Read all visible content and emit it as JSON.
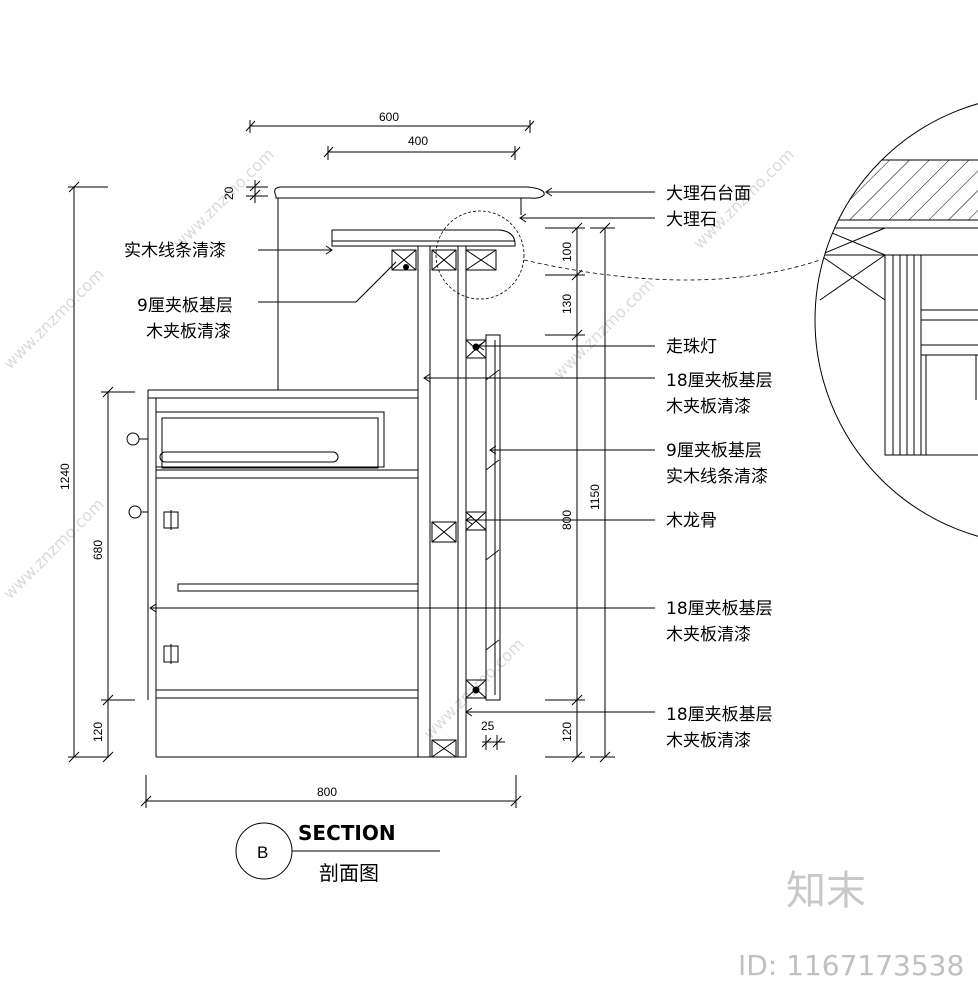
{
  "dimensions": {
    "top_600": "600",
    "top_400": "400",
    "left_20": "20",
    "left_1240": "1240",
    "left_680": "680",
    "left_120": "120",
    "right_100": "100",
    "right_130": "130",
    "right_800": "800",
    "right_1150": "1150",
    "right_120": "120",
    "bottom_800": "800",
    "gap_25": "25"
  },
  "callouts": {
    "marble_top": "大理石台面",
    "marble": "大理石",
    "solid_wood_strip_left": "实木线条清漆",
    "ply9_left_1": "9厘夹板基层",
    "ply9_left_2": "木夹板清漆",
    "bead_light": "走珠灯",
    "ply18_a_1": "18厘夹板基层",
    "ply18_a_2": "木夹板清漆",
    "ply9_right_1": "9厘夹板基层",
    "ply9_right_2": "实木线条清漆",
    "wood_keel": "木龙骨",
    "ply18_b_1": "18厘夹板基层",
    "ply18_b_2": "木夹板清漆",
    "ply18_c_1": "18厘夹板基层",
    "ply18_c_2": "木夹板清漆"
  },
  "title": {
    "letter": "B",
    "en": "SECTION",
    "cn": "剖面图"
  },
  "watermark": {
    "brand": "知末",
    "id": "ID: 1167173538",
    "diagonal": "www.znzmo.com"
  }
}
